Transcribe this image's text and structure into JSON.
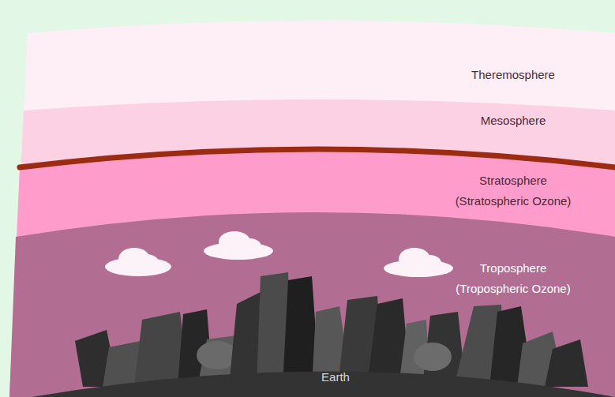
{
  "diagram": {
    "nodes": [
      {
        "text": [
          "Theremosphere"
        ]
      },
      {
        "text": [
          "Mesosphere"
        ]
      },
      {
        "text": [
          "Stratosphere",
          "(Stratospheric Ozone)"
        ]
      },
      {
        "text": [
          "Troposphere",
          "(Tropospheric Ozone)"
        ]
      },
      {
        "text": [
          "Earth"
        ]
      }
    ]
  }
}
